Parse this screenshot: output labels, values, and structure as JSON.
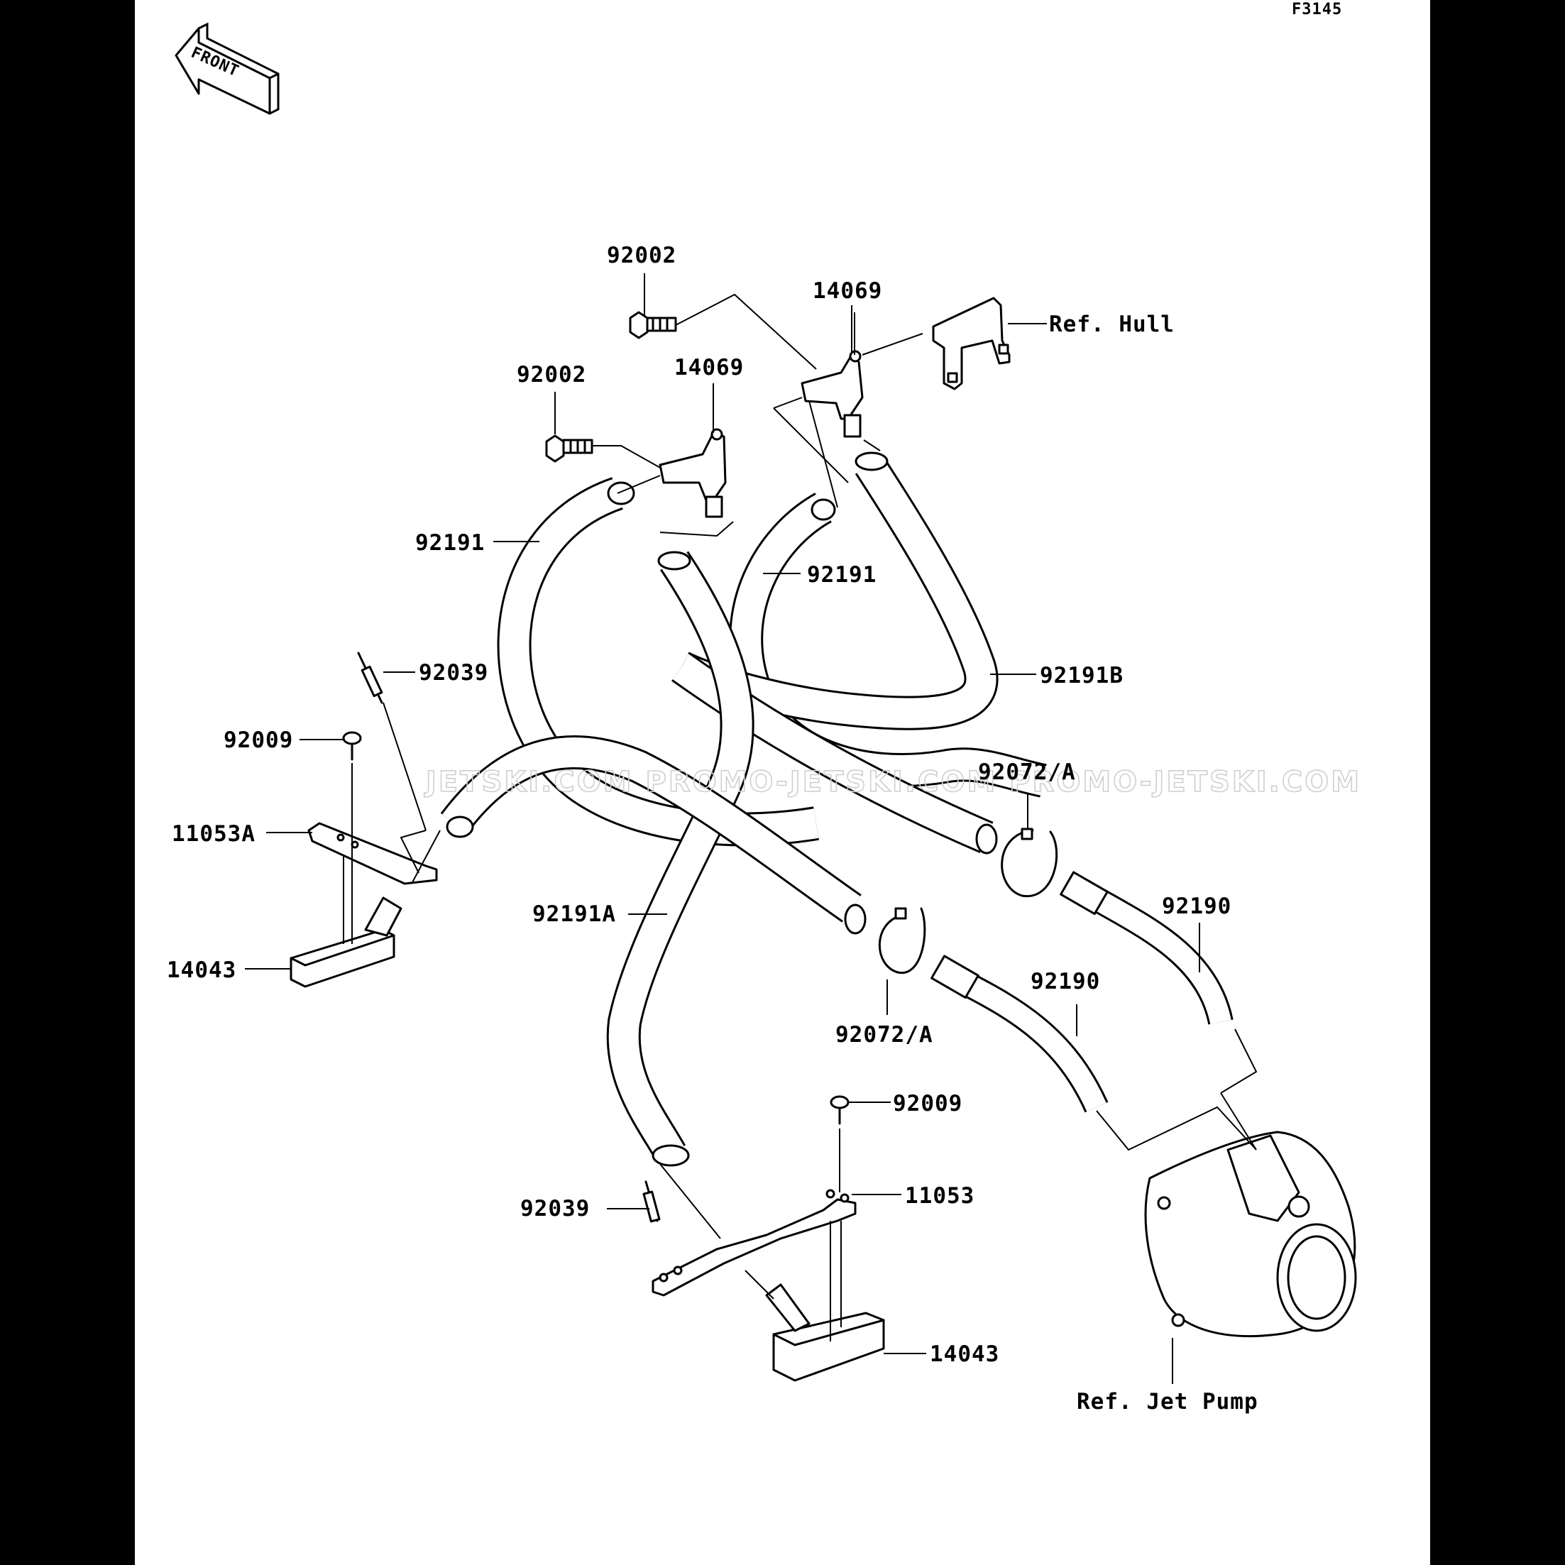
{
  "figure_id": "F3145",
  "front_label": "FRONT",
  "watermark": "JETSKI.COM  PROMO-JETSKI.COM  PROMO-JETSKI.COM",
  "parts": {
    "bolt_upper_right": "92002",
    "bolt_upper_left": "92002",
    "fitting_right": "14069",
    "fitting_left": "14069",
    "ref_hull": "Ref. Hull",
    "hose_left": "92191",
    "hose_middle": "92191",
    "hose_b": "92191B",
    "hose_a": "92191A",
    "tap_screw_left": "92039",
    "screw_left": "92009",
    "bracket_left": "11053A",
    "strainer_left": "14043",
    "clamp_upper": "92072/A",
    "clamp_lower": "92072/A",
    "pipe_right": "92190",
    "pipe_left": "92190",
    "screw_right": "92009",
    "bracket_right": "11053",
    "tap_screw_right": "92039",
    "strainer_right": "14043",
    "ref_jet_pump": "Ref. Jet Pump"
  }
}
